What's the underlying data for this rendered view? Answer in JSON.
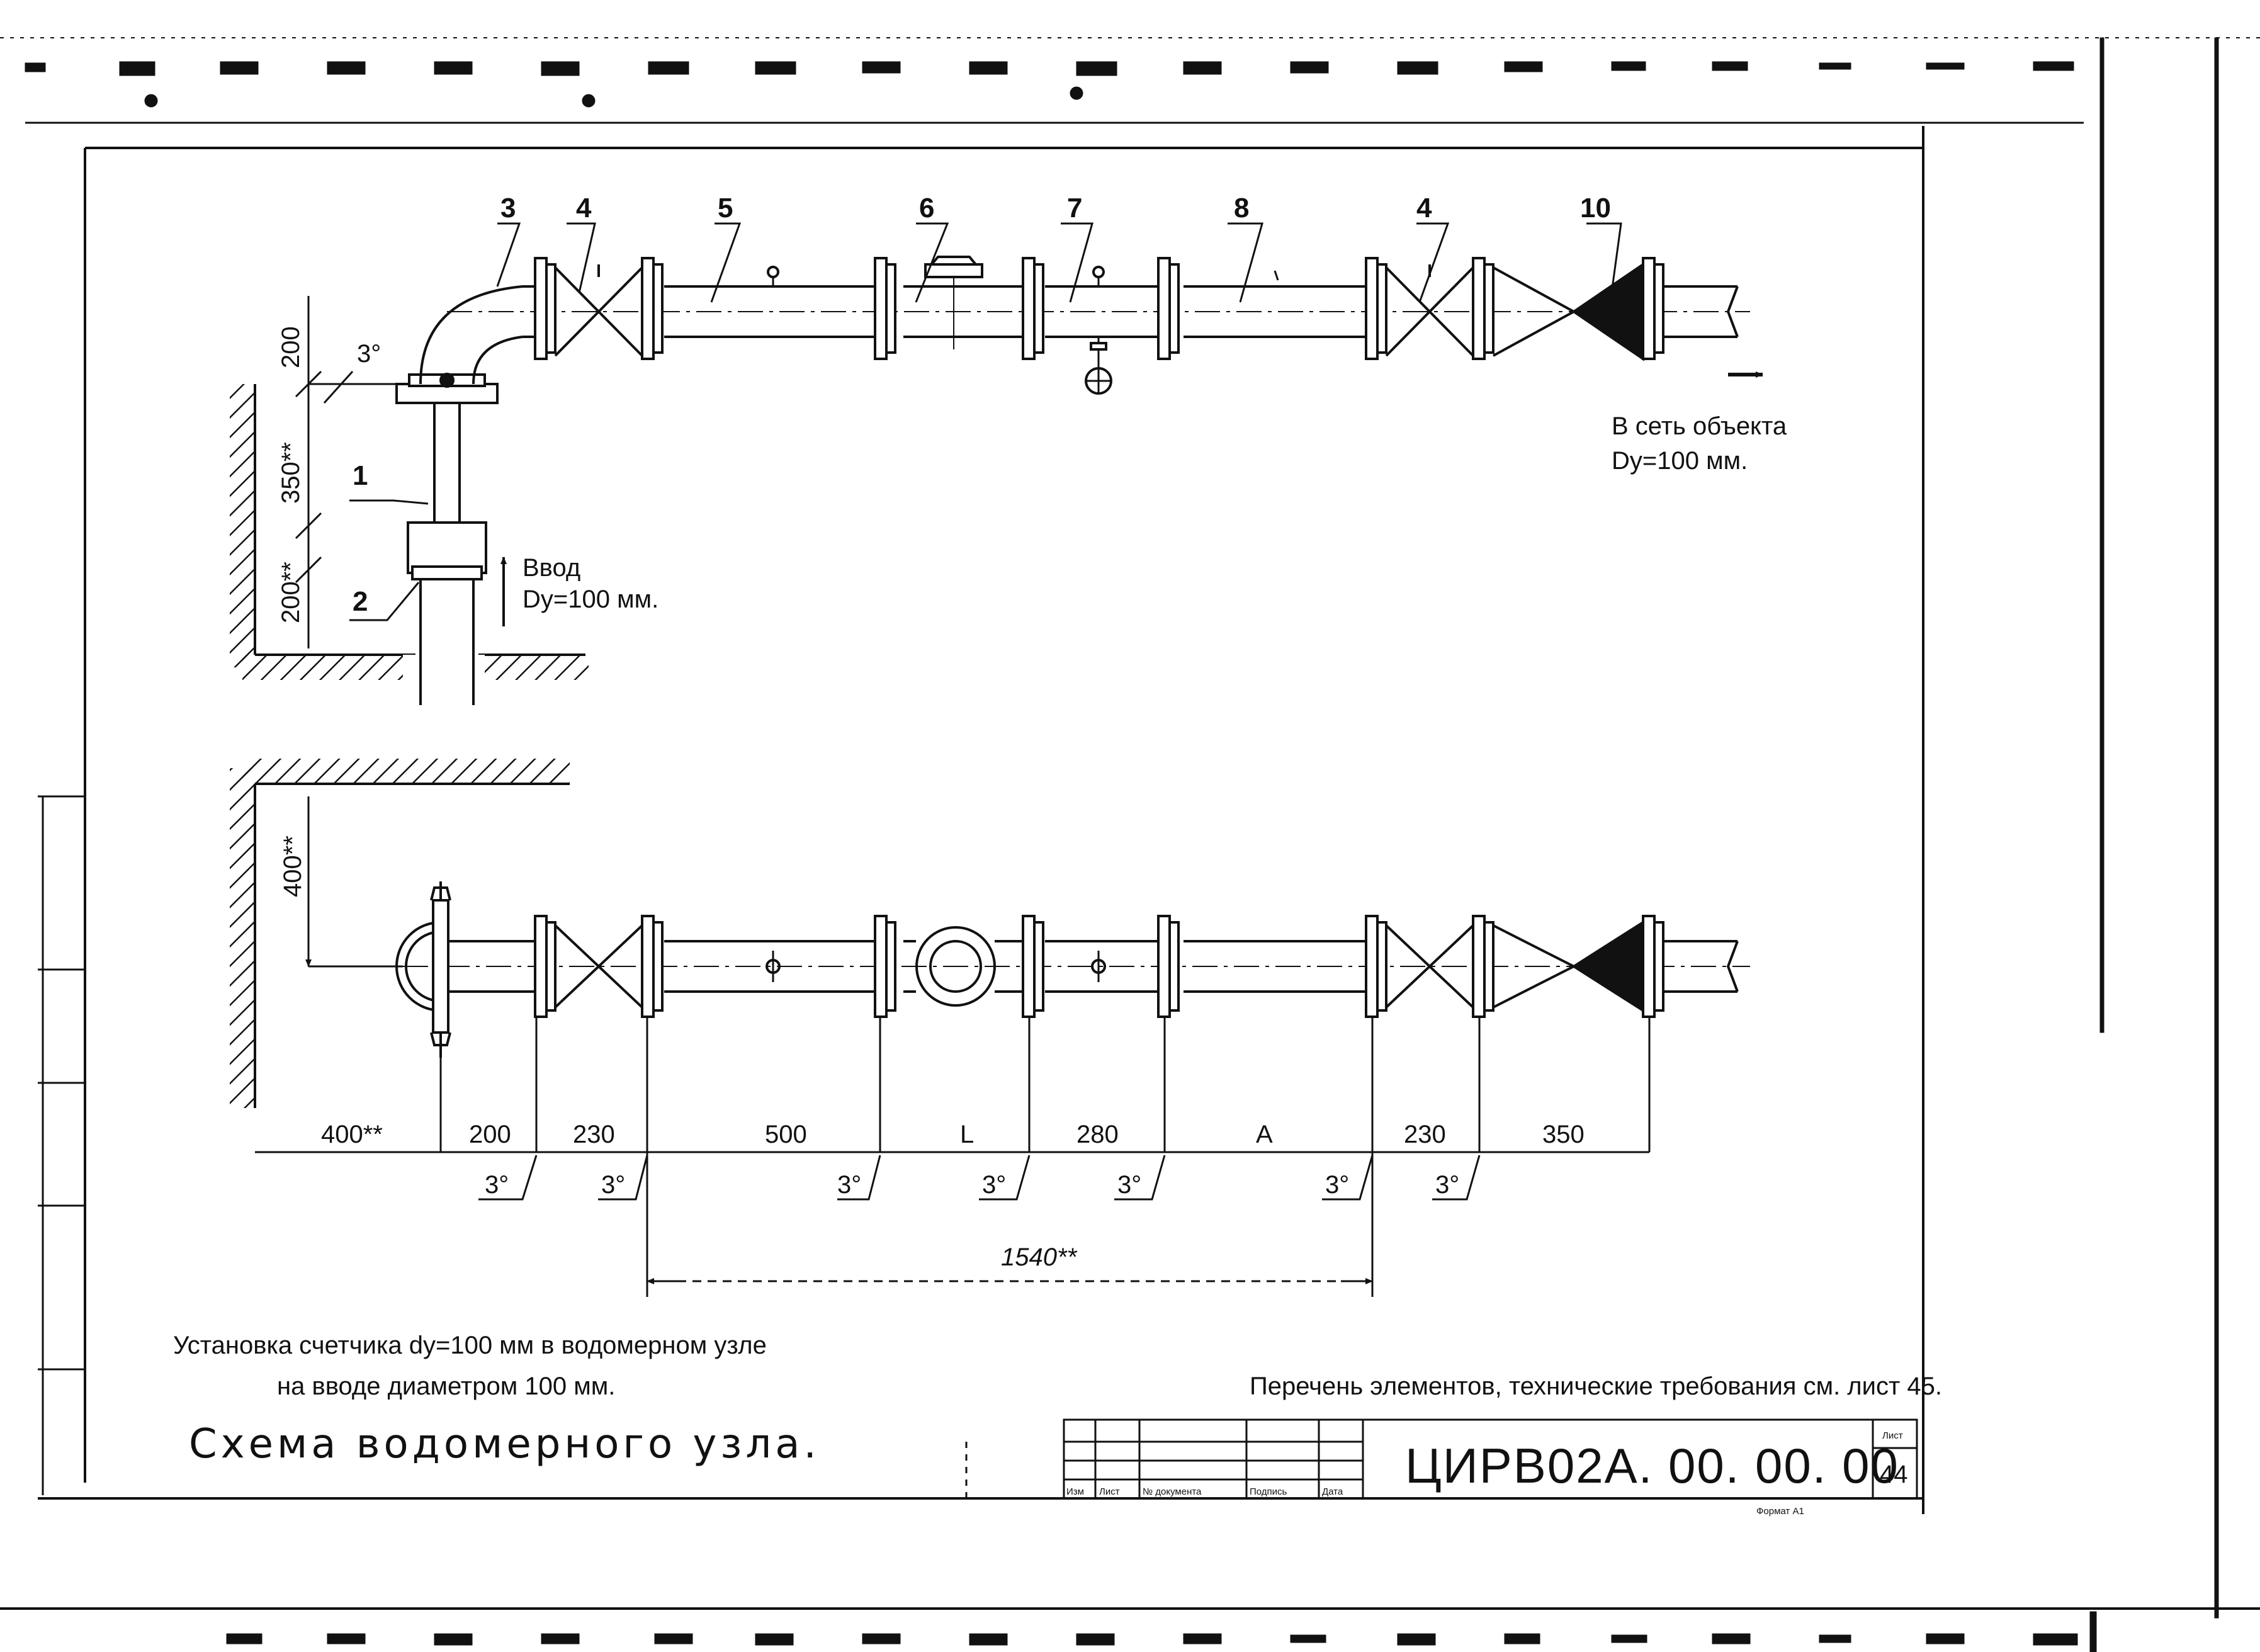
{
  "labels": {
    "pos1": "1",
    "pos2": "2",
    "pos3": "3",
    "pos4a": "4",
    "pos5": "5",
    "pos6": "6",
    "pos7": "7",
    "pos8": "8",
    "pos4b": "4",
    "pos10": "10"
  },
  "inlet": {
    "line1": "Ввод",
    "line2": "Dy=100 мм."
  },
  "outlet": {
    "line1": "В сеть объекта",
    "line2": "Dy=100 мм."
  },
  "vertical_dims": {
    "d1": "200",
    "d2": "350**",
    "d3": "200**",
    "d4": "400**",
    "angle": "3°"
  },
  "horizontal_dims": [
    "400**",
    "200",
    "230",
    "500",
    "L",
    "280",
    "A",
    "230",
    "350"
  ],
  "slope_marks": [
    "3°",
    "3°",
    "3°",
    "3°",
    "3°",
    "3°",
    "3°"
  ],
  "total_dim": "1540**",
  "caption": {
    "line1": "Установка счетчика dy=100 мм в водомерном узле",
    "line2": "на вводе диаметром 100 мм."
  },
  "title": "Схема водомерного узла.",
  "note": "Перечень элементов, технические требования см. лист 45.",
  "stamp": {
    "designation": "ЦИРВ02А. 00. 00. 00",
    "sheet_label": "Лист",
    "sheet_number": "44",
    "cols": [
      "Изм",
      "Лист",
      "№ документа",
      "Подпись",
      "Дата"
    ],
    "format": "Формат А1"
  }
}
